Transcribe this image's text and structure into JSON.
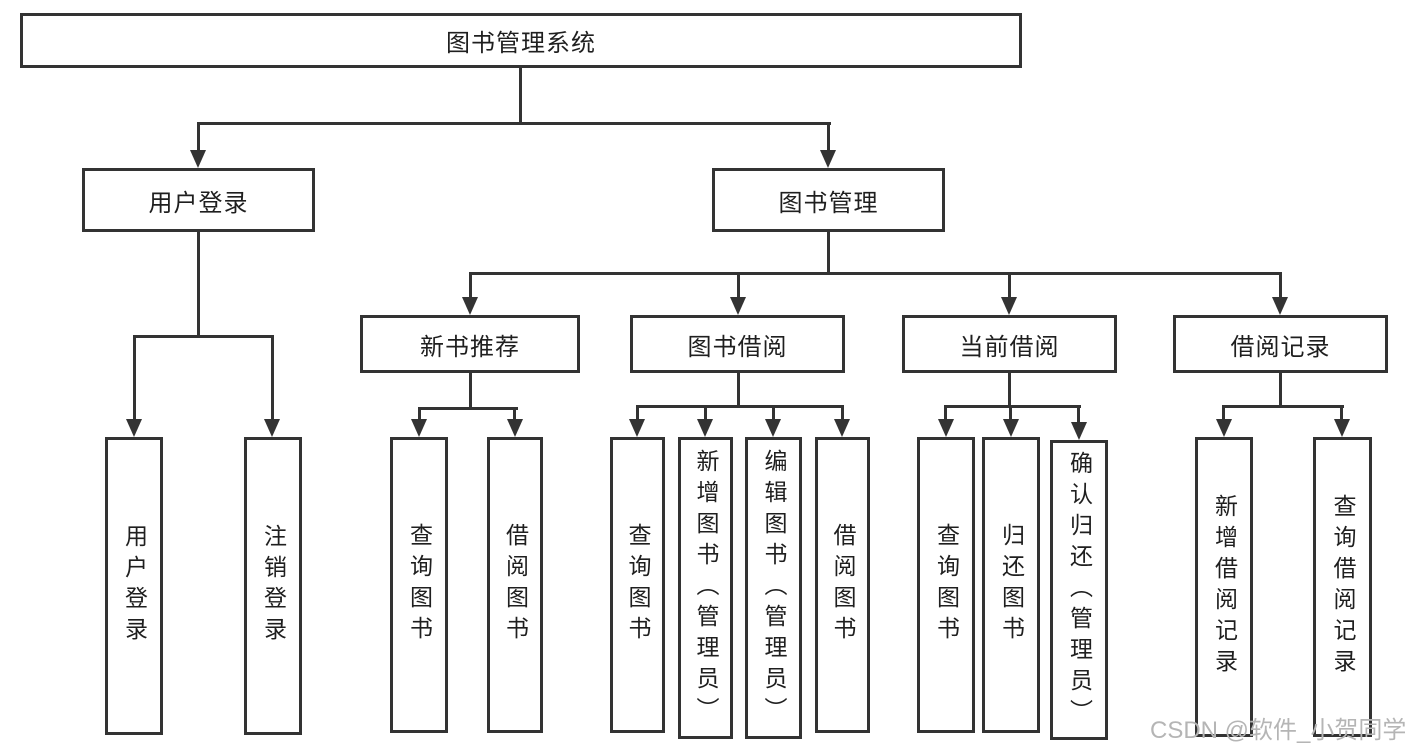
{
  "tree": {
    "root": {
      "label": "图书管理系统"
    },
    "children": [
      {
        "label": "用户登录",
        "children": [
          {
            "label": "用户登录"
          },
          {
            "label": "注销登录"
          }
        ]
      },
      {
        "label": "图书管理",
        "children": [
          {
            "label": "新书推荐",
            "children": [
              {
                "label": "查询图书"
              },
              {
                "label": "借阅图书"
              }
            ]
          },
          {
            "label": "图书借阅",
            "children": [
              {
                "label": "查询图书"
              },
              {
                "label": "新增图书（管理员）"
              },
              {
                "label": "编辑图书（管理员）"
              },
              {
                "label": "借阅图书"
              }
            ]
          },
          {
            "label": "当前借阅",
            "children": [
              {
                "label": "查询图书"
              },
              {
                "label": "归还图书"
              },
              {
                "label": "确认归还（管理员）"
              }
            ]
          },
          {
            "label": "借阅记录",
            "children": [
              {
                "label": "新增借阅记录"
              },
              {
                "label": "查询借阅记录"
              }
            ]
          }
        ]
      }
    ]
  },
  "watermark": {
    "text": "CSDN @软件_小贺同学"
  },
  "colors": {
    "line": "#333333",
    "border": "#333333",
    "text": "#1f1f1f",
    "background": "#ffffff",
    "watermark": "#b5b5b5"
  }
}
